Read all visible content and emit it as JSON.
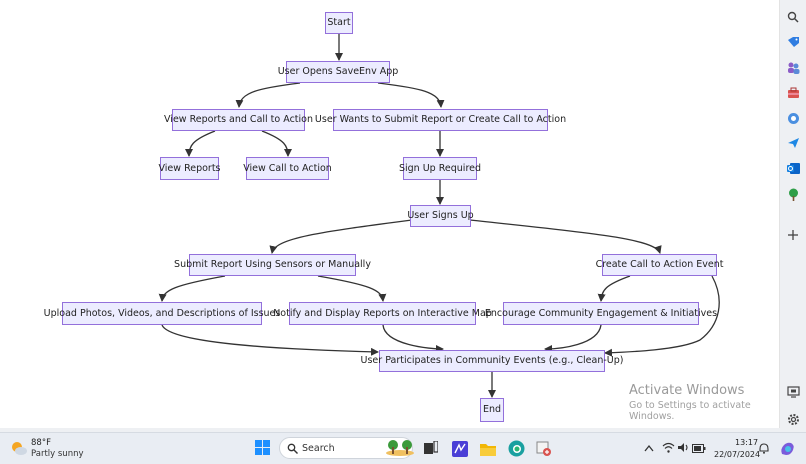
{
  "flowchart": {
    "nodes": {
      "start": "Start",
      "opens_app": "User Opens SaveEnv App",
      "view_reports_cta": "View Reports and Call to Action",
      "wants_submit": "User Wants to Submit Report or Create Call to Action",
      "view_reports": "View Reports",
      "view_cta": "View Call to Action",
      "signup_required": "Sign Up Required",
      "signs_up": "User Signs Up",
      "submit_report": "Submit Report Using Sensors or Manually",
      "create_cta_event": "Create Call to Action Event",
      "upload_photos": "Upload Photos, Videos, and Descriptions of Issues",
      "notify_display": "Notify and Display Reports on Interactive Map",
      "encourage": "Encourage Community Engagement & Initiatives",
      "participates": "User Participates in Community Events (e.g., Clean-Up)",
      "end": "End"
    },
    "colors": {
      "node_fill": "#ececff",
      "node_border": "#9370db",
      "edge": "#333333"
    }
  },
  "watermark": {
    "title": "Activate Windows",
    "subtitle": "Go to Settings to activate Windows."
  },
  "sidebar_icons": [
    "search-icon",
    "tag-icon",
    "people-icon",
    "toolbox-icon",
    "copilot-icon",
    "send-icon",
    "outlook-icon",
    "tree-icon",
    "add-icon",
    "screen-icon",
    "settings-icon"
  ],
  "taskbar": {
    "weather": {
      "temp": "88°F",
      "desc": "Partly sunny"
    },
    "search_placeholder": "Search",
    "apps": [
      "windows-start-icon",
      "widget-landscape-icon",
      "task-view-icon",
      "studio-app-icon",
      "file-explorer-icon",
      "edge-browser-icon",
      "tool-app-icon"
    ],
    "tray_icons": [
      "chevron-up-icon",
      "wifi-icon",
      "volume-icon",
      "battery-icon"
    ],
    "time": "13:17",
    "date": "22/07/2024"
  }
}
